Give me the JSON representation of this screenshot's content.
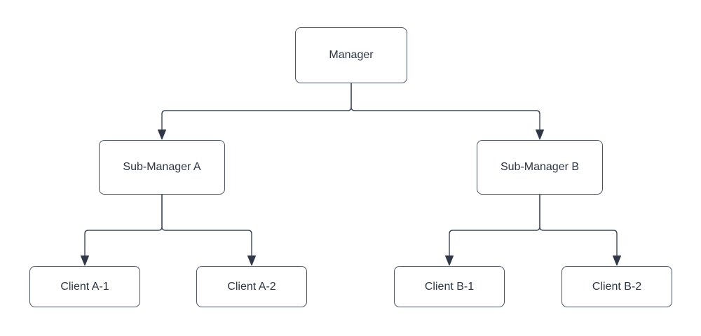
{
  "colors": {
    "background": "#ffffff",
    "node_fill": "#ffffff",
    "node_border": "#4a5262",
    "text": "#2d3544",
    "connector": "#3f4859",
    "arrowhead": "#303848"
  },
  "nodes": [
    {
      "id": "manager",
      "label": "Manager"
    },
    {
      "id": "sub-manager-a",
      "label": "Sub-Manager A"
    },
    {
      "id": "sub-manager-b",
      "label": "Sub-Manager B"
    },
    {
      "id": "client-a-1",
      "label": "Client A-1"
    },
    {
      "id": "client-a-2",
      "label": "Client A-2"
    },
    {
      "id": "client-b-1",
      "label": "Client B-1"
    },
    {
      "id": "client-b-2",
      "label": "Client B-2"
    }
  ],
  "edges": [
    {
      "from": "manager",
      "to": "sub-manager-a"
    },
    {
      "from": "manager",
      "to": "sub-manager-b"
    },
    {
      "from": "sub-manager-a",
      "to": "client-a-1"
    },
    {
      "from": "sub-manager-a",
      "to": "client-a-2"
    },
    {
      "from": "sub-manager-b",
      "to": "client-b-1"
    },
    {
      "from": "sub-manager-b",
      "to": "client-b-2"
    }
  ]
}
